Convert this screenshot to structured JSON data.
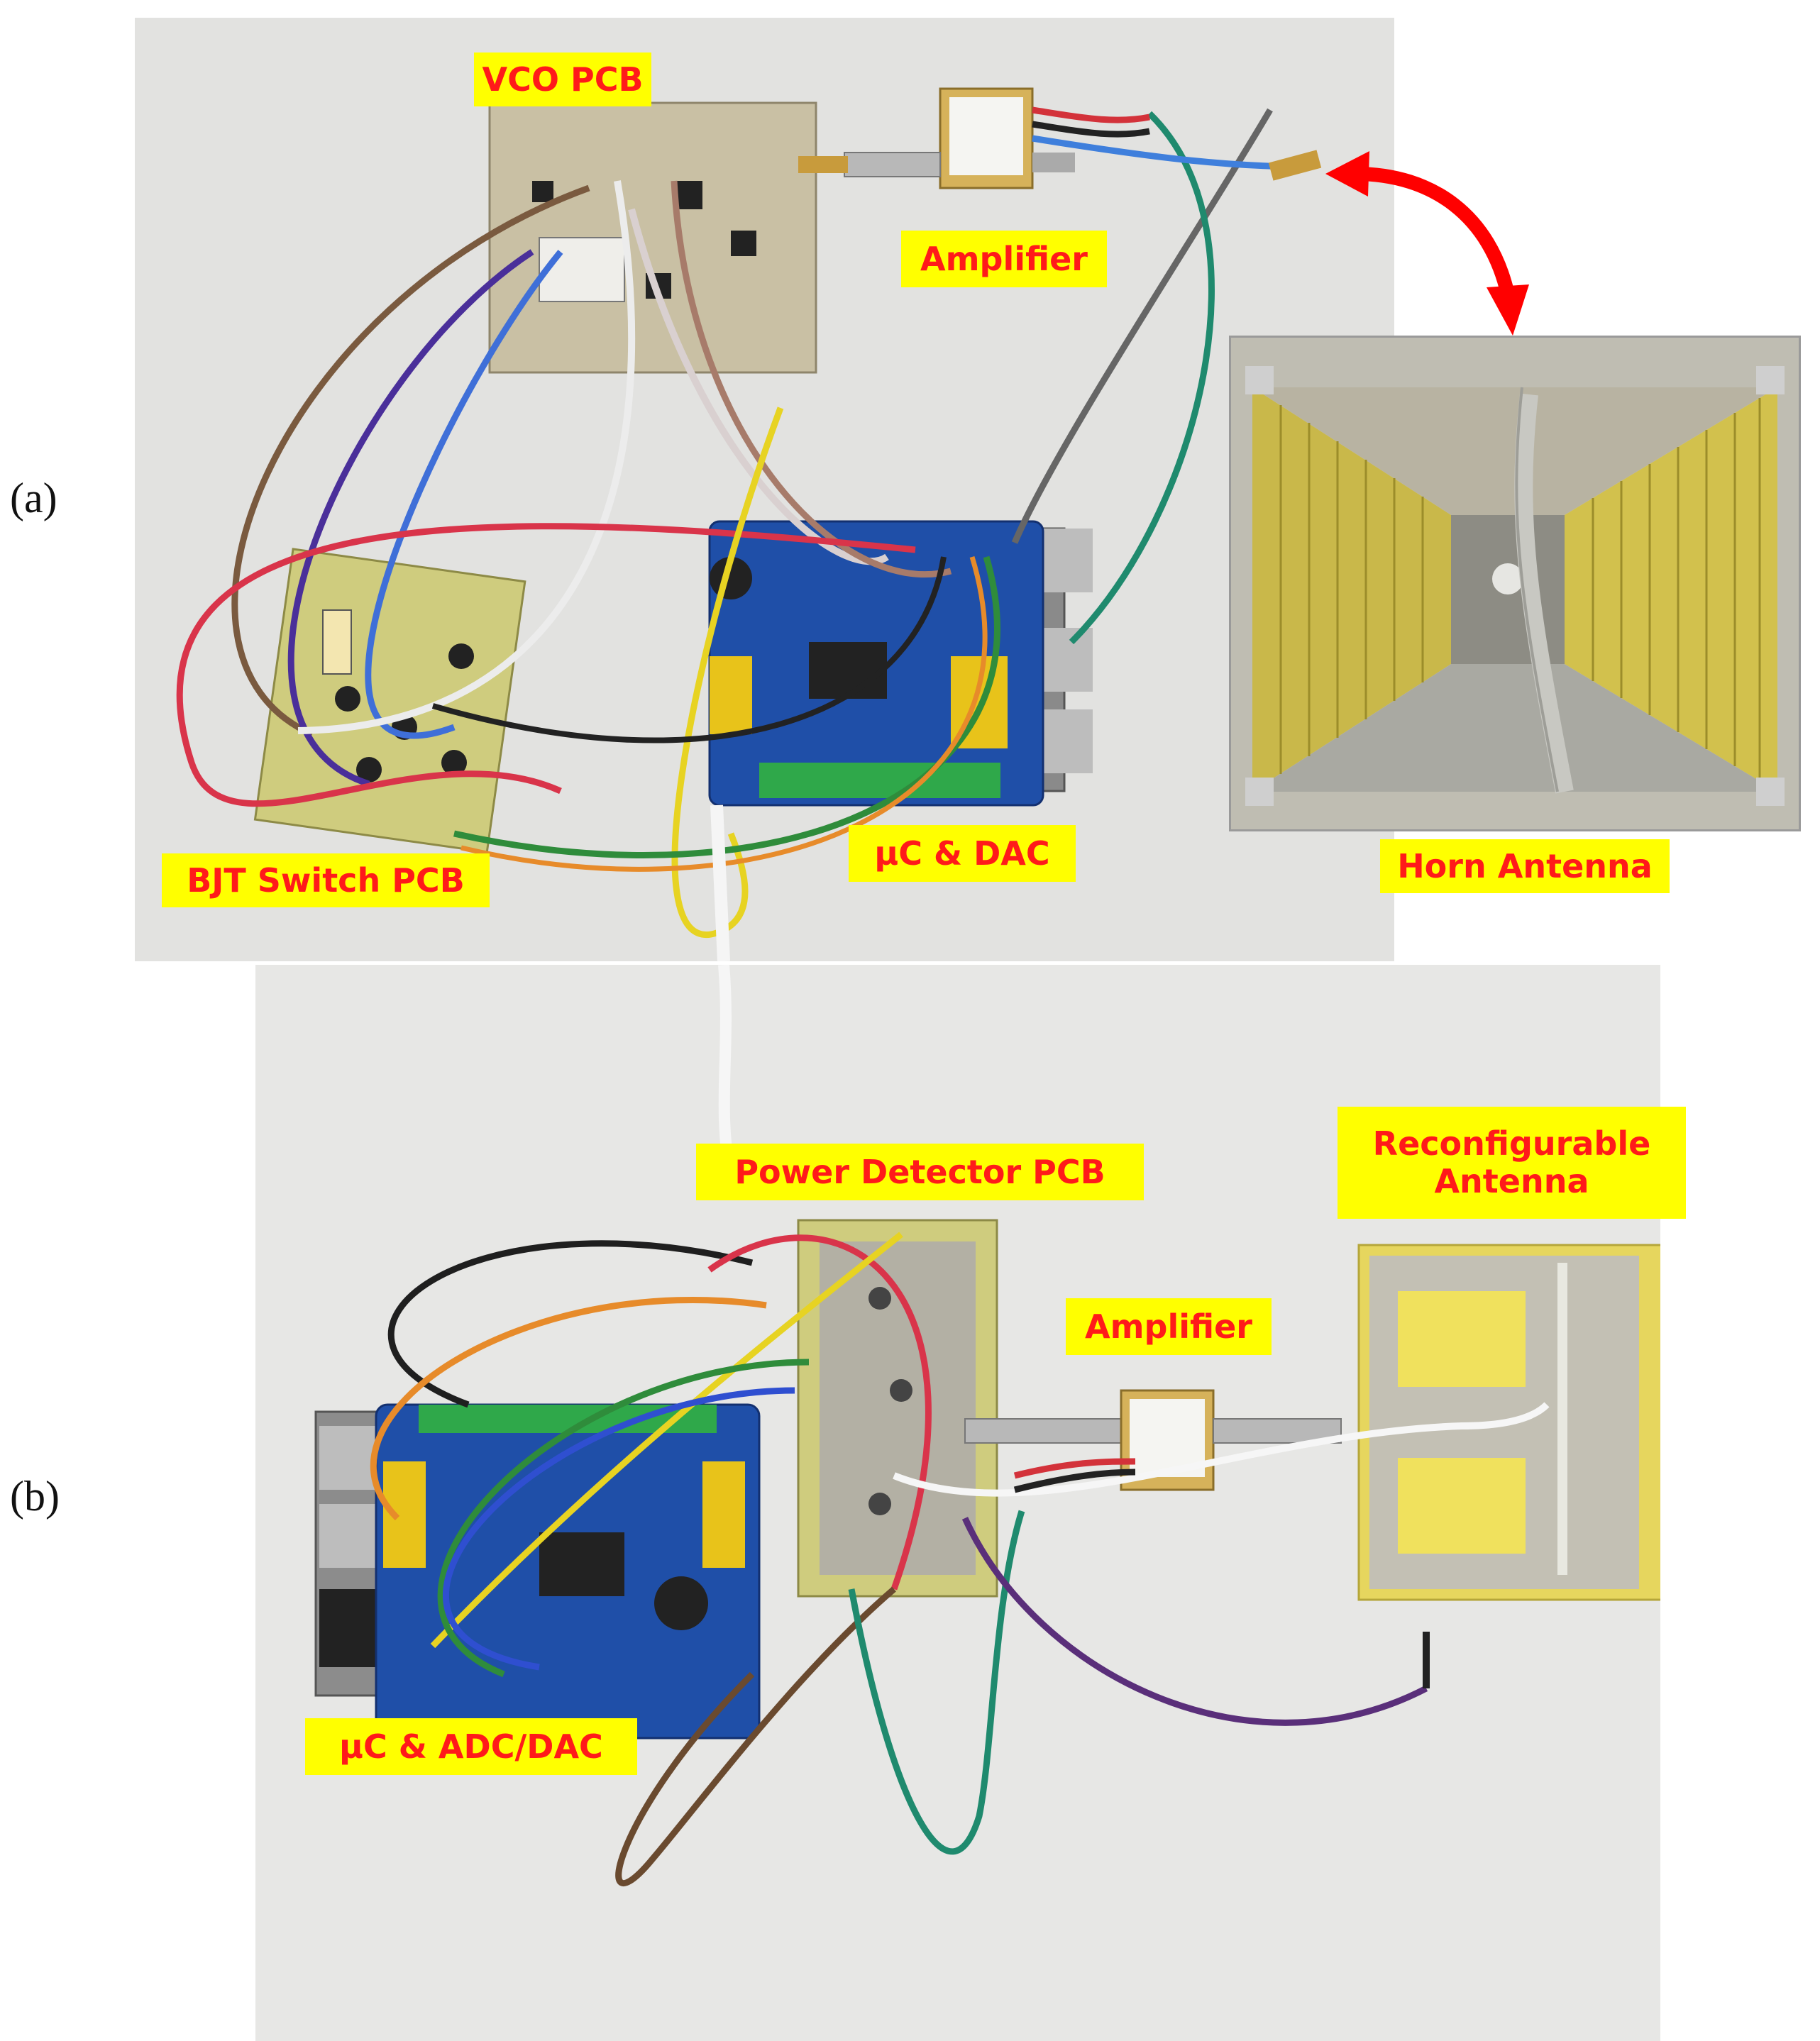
{
  "panels": {
    "a": {
      "label": "(a)",
      "tags": {
        "vco": "VCO PCB",
        "amplifier": "Amplifier",
        "horn": "Horn Antenna",
        "bjt": "BJT Switch PCB",
        "uc_dac": "µC & DAC"
      }
    },
    "b": {
      "label": "(b)",
      "tags": {
        "power_detector": "Power Detector PCB",
        "reconfigurable_line1": "Reconfigurable",
        "reconfigurable_line2": "Antenna",
        "amplifier": "Amplifier",
        "uc_adc_dac": "µC & ADC/DAC"
      }
    }
  },
  "colors": {
    "tag_background": "#ffff00",
    "tag_text": "#ff1a1a",
    "arrow": "#ff0000"
  }
}
